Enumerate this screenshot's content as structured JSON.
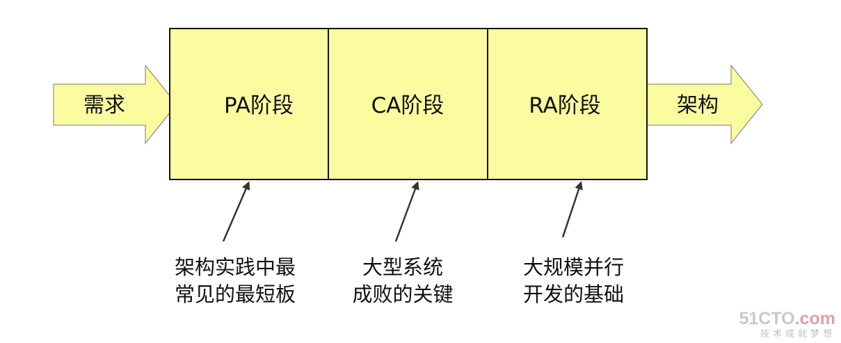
{
  "input_arrow": {
    "label": "需求"
  },
  "output_arrow": {
    "label": "架构"
  },
  "stages": [
    {
      "label": "PA阶段"
    },
    {
      "label": "CA阶段"
    },
    {
      "label": "RA阶段"
    }
  ],
  "notes": [
    {
      "line1": "架构实践中最",
      "line2": "常见的最短板"
    },
    {
      "line1": "大型系统",
      "line2": "成败的关键"
    },
    {
      "line1": "大规模并行",
      "line2": "开发的基础"
    }
  ],
  "watermark": {
    "logo_main": "51CTO",
    "logo_suffix": ".com",
    "slogan": "技术成就梦想"
  },
  "colors": {
    "fill": "#fbfba0",
    "stroke": "#111111"
  }
}
